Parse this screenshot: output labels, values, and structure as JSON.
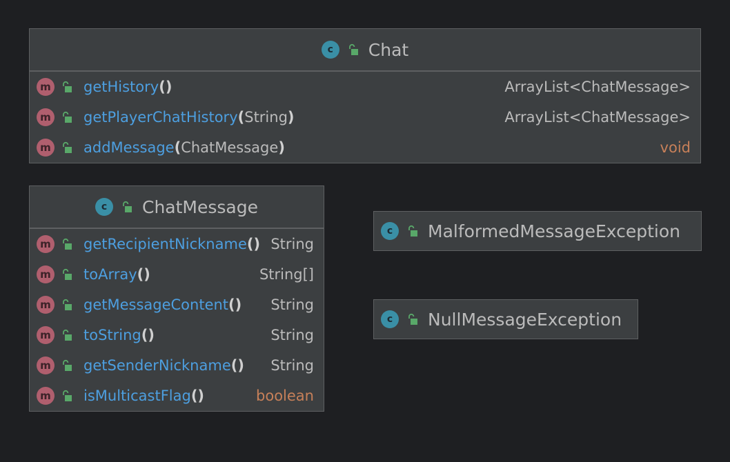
{
  "classes": {
    "chat": {
      "name": "Chat",
      "methods": [
        {
          "name": "getHistory",
          "params": "",
          "returns": "ArrayList<ChatMessage>"
        },
        {
          "name": "getPlayerChatHistory",
          "params": "String",
          "returns": "ArrayList<ChatMessage>"
        },
        {
          "name": "addMessage",
          "params": "ChatMessage",
          "returns": "void"
        }
      ]
    },
    "chat_message": {
      "name": "ChatMessage",
      "methods": [
        {
          "name": "getRecipientNickname",
          "params": "",
          "returns": "String"
        },
        {
          "name": "toArray",
          "params": "",
          "returns": "String[]"
        },
        {
          "name": "getMessageContent",
          "params": "",
          "returns": "String"
        },
        {
          "name": "toString",
          "params": "",
          "returns": "String"
        },
        {
          "name": "getSenderNickname",
          "params": "",
          "returns": "String"
        },
        {
          "name": "isMulticastFlag",
          "params": "",
          "returns": "boolean"
        }
      ]
    },
    "malformed": {
      "name": "MalformedMessageException"
    },
    "null_msg": {
      "name": "NullMessageException"
    }
  },
  "icons": {
    "class_icon_letter": "c",
    "method_icon_letter": "m",
    "open_paren": "(",
    "close_paren": ")"
  },
  "colors": {
    "background": "#1e1f22",
    "box": "#3c3f41",
    "method_name": "#4d9fe0",
    "keyword_type": "#c78059",
    "class_icon": "#3a8fa6",
    "method_icon": "#b05f6e",
    "public_lock": "#59a869"
  }
}
